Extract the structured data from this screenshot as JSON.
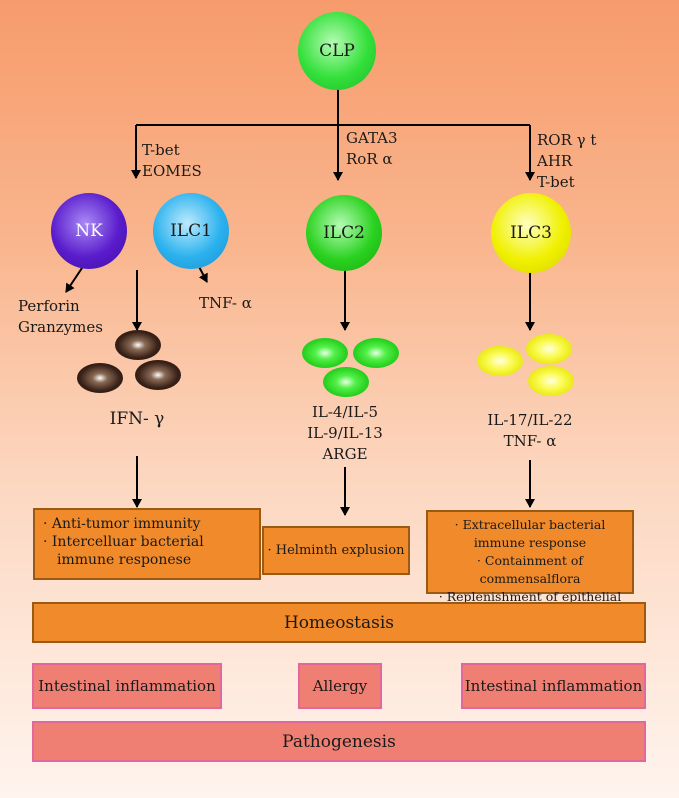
{
  "nodes": {
    "clp": "CLP",
    "nk": "NK",
    "ilc1": "ILC1",
    "ilc2": "ILC2",
    "ilc3": "ILC3"
  },
  "transcription_factors": {
    "ilc1_group": [
      "T-bet",
      "EOMES"
    ],
    "ilc2": [
      "GATA3",
      "RoR α"
    ],
    "ilc3": [
      "ROR γ t",
      "AHR",
      "T-bet"
    ]
  },
  "outputs": {
    "nk": [
      "Perforin",
      "Granzymes"
    ],
    "ilc1_tnf": "TNF- α",
    "ilc1_ifn": "IFN- γ",
    "ilc2": [
      "IL-4/IL-5",
      "IL-9/IL-13",
      "ARGE"
    ],
    "ilc3": [
      "IL-17/IL-22",
      "TNF- α"
    ]
  },
  "functions": {
    "ilc1": [
      "· Anti-tumor immunity",
      "· Intercelluar bacterial",
      "immune responese"
    ],
    "ilc2": [
      "· Helminth explusion"
    ],
    "ilc3": [
      "· Extracellular bacterial",
      "immune response",
      "· Containment of commensalflora",
      "· Replenishment of epithelial cells"
    ]
  },
  "homeostasis": "Homeostasis",
  "disease": {
    "left": "Intestinal inflammation",
    "middle": "Allergy",
    "right": "Intestinal inflammation"
  },
  "pathogenesis": "Pathogenesis",
  "colors": {
    "clp": "#33e03a",
    "nk": "#5a1ccc",
    "ilc1": "#2bb2ee",
    "ilc2": "#2ad220",
    "ilc3": "#f0f000",
    "box_orange": "#f08a2a",
    "box_pink": "#ef7f72"
  }
}
